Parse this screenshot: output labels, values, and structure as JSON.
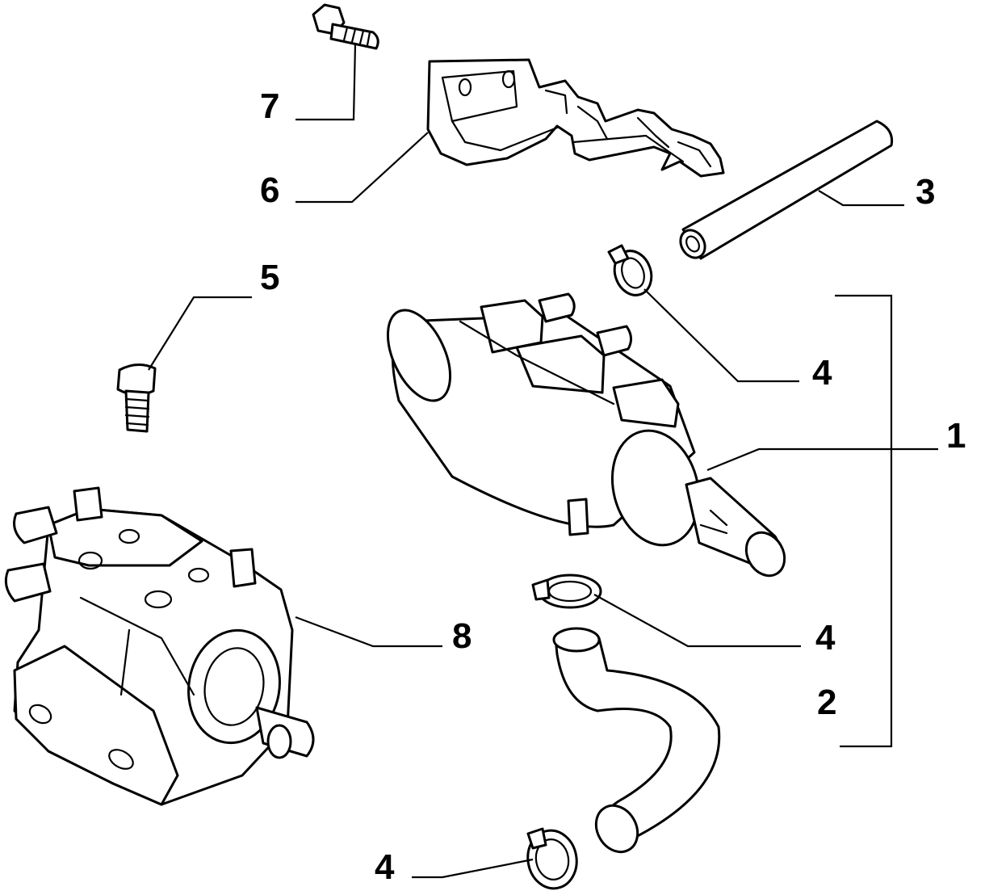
{
  "callouts": {
    "c1": "1",
    "c2": "2",
    "c3": "3",
    "c4_clamp_top": "4",
    "c4_clamp_mid": "4",
    "c4_clamp_bottom": "4",
    "c5": "5",
    "c6": "6",
    "c7": "7",
    "c8": "8"
  },
  "colors": {
    "line": "#000000",
    "background": "#ffffff"
  }
}
